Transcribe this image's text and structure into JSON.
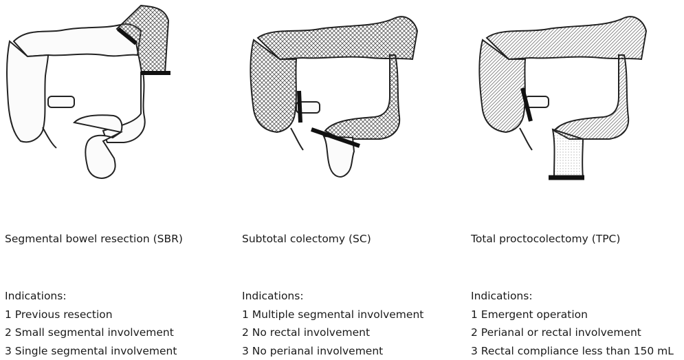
{
  "procedures": [
    {
      "title": "Segmental bowel resection (SBR)",
      "indications_heading": "Indications:",
      "indications": [
        "1 Previous resection",
        "2 Small segmental involvement",
        "3 Single segmental involvement"
      ]
    },
    {
      "title": "Subtotal colectomy (SC)",
      "indications_heading": "Indications:",
      "indications": [
        "1 Multiple segmental involvement",
        "2 No rectal involvement",
        "3 No perianal involvement"
      ]
    },
    {
      "title": "Total proctocolectomy (TPC)",
      "indications_heading": "Indications:",
      "indications": [
        "1 Emergent operation",
        "2 Perianal or rectal involvement",
        "3 Rectal compliance less than 150 mL"
      ]
    }
  ]
}
